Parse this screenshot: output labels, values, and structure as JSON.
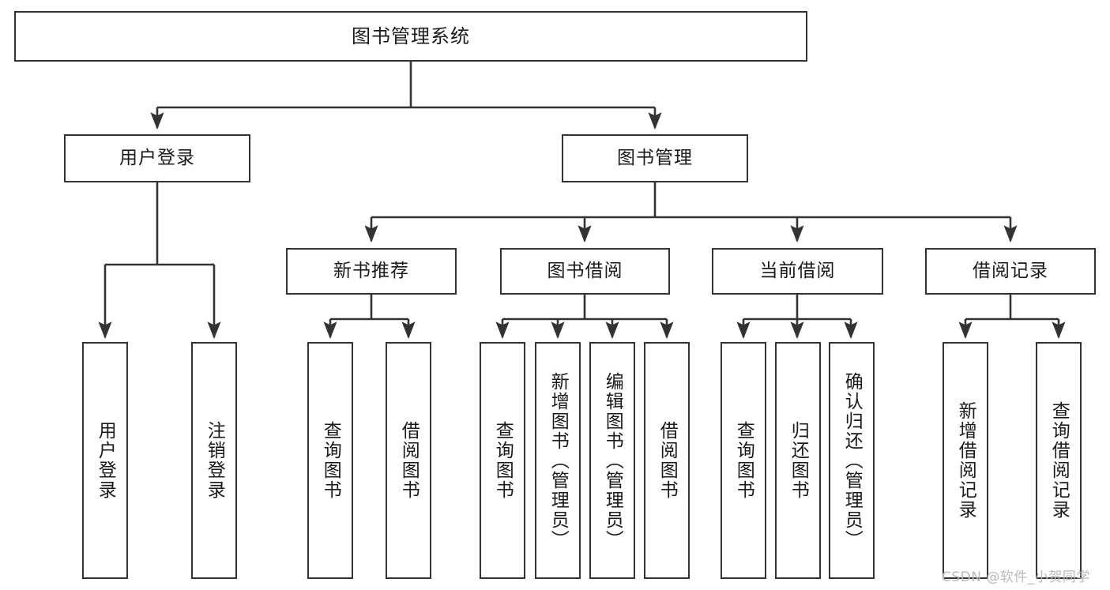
{
  "diagram": {
    "title": "图书管理系统",
    "type": "functional-structure-tree",
    "stroke_color": "#333333",
    "background_color": "#ffffff",
    "text_color": "#1a1a1a"
  },
  "nodes": {
    "root": {
      "label": "图书管理系统",
      "level": 1
    },
    "l2": [
      {
        "id": "user-login",
        "label": "用户登录"
      },
      {
        "id": "book-manage",
        "label": "图书管理"
      }
    ],
    "l3": [
      {
        "id": "new-book-recommend",
        "label": "新书推荐"
      },
      {
        "id": "book-borrow",
        "label": "图书借阅"
      },
      {
        "id": "current-borrow",
        "label": "当前借阅"
      },
      {
        "id": "borrow-record",
        "label": "借阅记录"
      }
    ],
    "leaves": {
      "user_login": [
        {
          "id": "leaf-user-login",
          "label": "用户登录"
        },
        {
          "id": "leaf-logout-login",
          "label": "注销登录"
        }
      ],
      "new_book_recommend": [
        {
          "id": "leaf-query-book-1",
          "label": "查询图书"
        },
        {
          "id": "leaf-borrow-book-1",
          "label": "借阅图书"
        }
      ],
      "book_borrow": [
        {
          "id": "leaf-query-book-2",
          "label": "查询图书"
        },
        {
          "id": "leaf-add-book",
          "label": "新增图书（管理员）"
        },
        {
          "id": "leaf-edit-book",
          "label": "编辑图书（管理员）"
        },
        {
          "id": "leaf-borrow-book-2",
          "label": "借阅图书"
        }
      ],
      "current_borrow": [
        {
          "id": "leaf-query-book-3",
          "label": "查询图书"
        },
        {
          "id": "leaf-return-book",
          "label": "归还图书"
        },
        {
          "id": "leaf-confirm-return",
          "label": "确认归还（管理员）"
        }
      ],
      "borrow_record": [
        {
          "id": "leaf-add-record",
          "label": "新增借阅记录"
        },
        {
          "id": "leaf-query-record",
          "label": "查询借阅记录"
        }
      ]
    }
  },
  "watermark": {
    "text": "CSDN @软件_小贺同学"
  }
}
